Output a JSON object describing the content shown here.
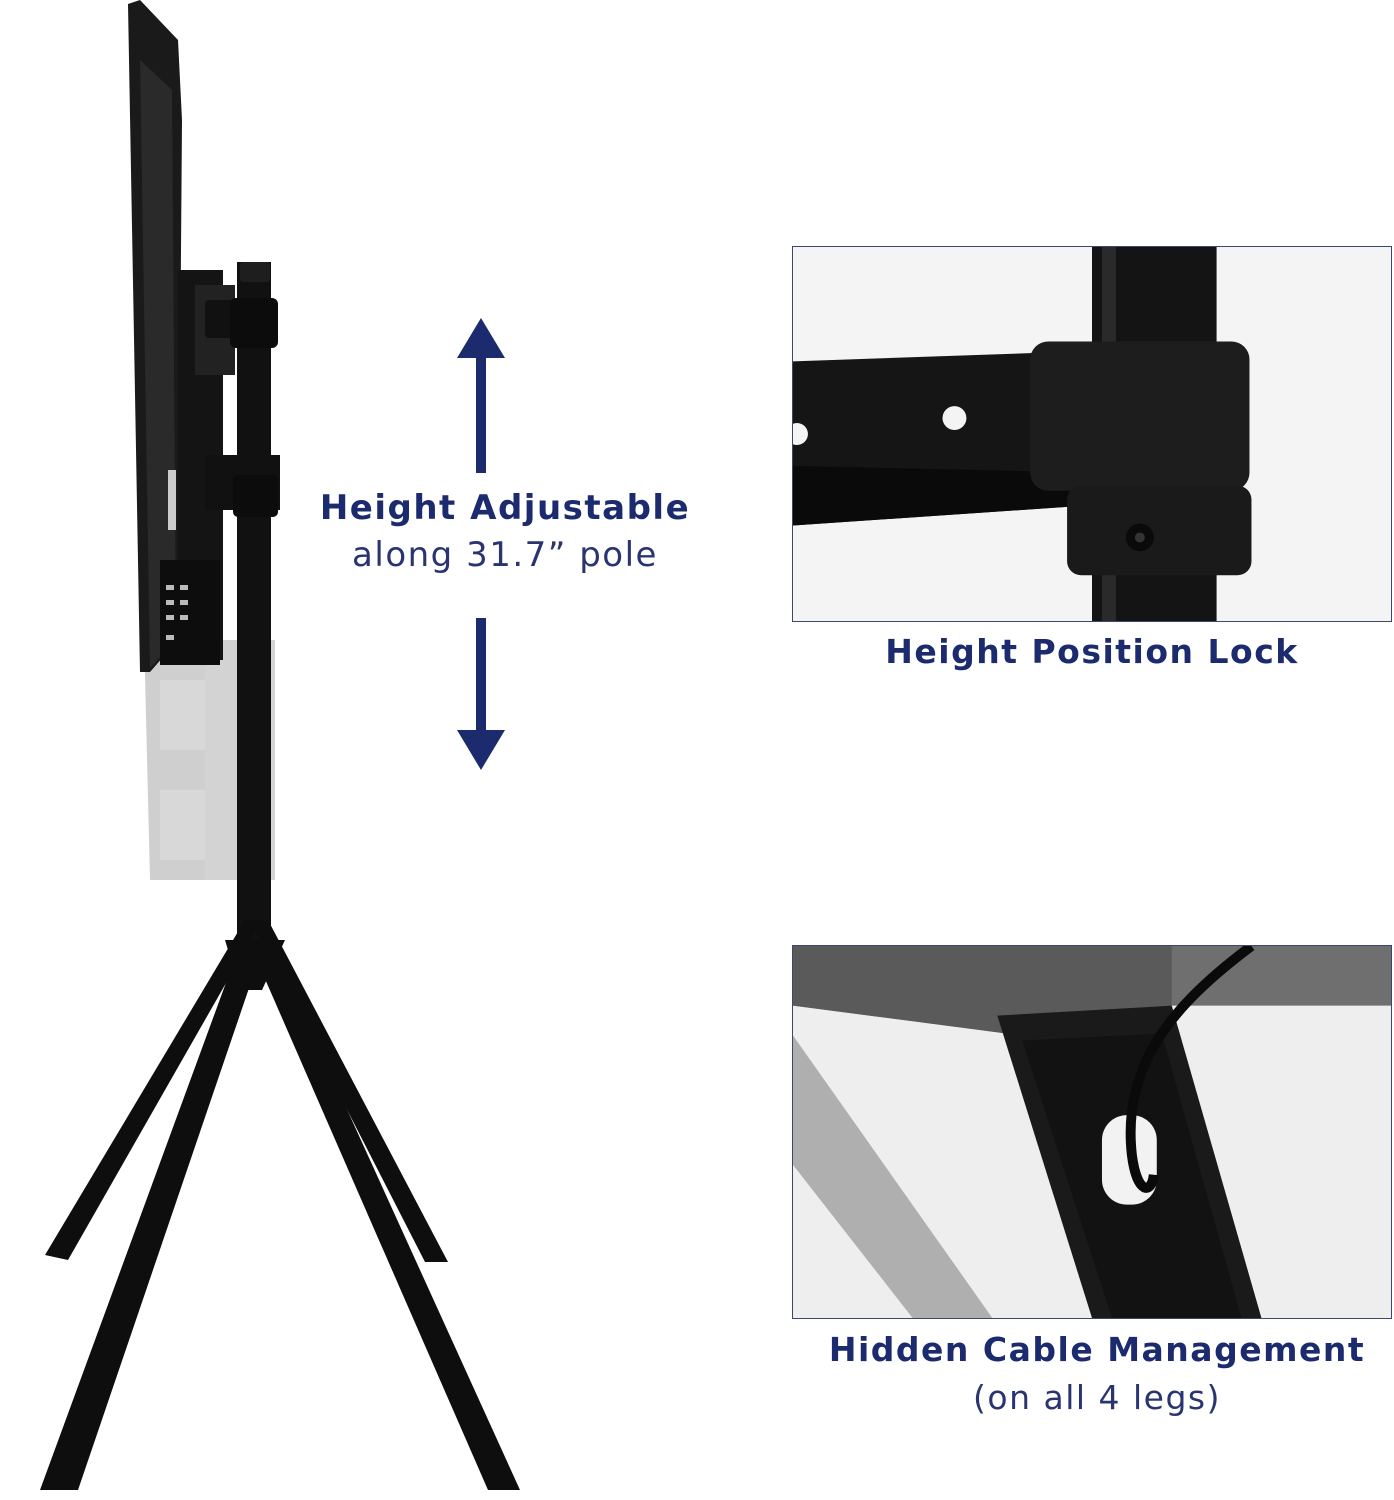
{
  "height_feature": {
    "title": "Height Adjustable",
    "subtitle": "along 31.7” pole",
    "arrow_up_icon": "arrow-up-icon",
    "arrow_down_icon": "arrow-down-icon"
  },
  "lock_feature": {
    "caption": "Height Position Lock"
  },
  "cable_feature": {
    "caption": "Hidden Cable Management",
    "subcaption": "(on all 4 legs)"
  },
  "colors": {
    "accent": "#1c2a6e",
    "frame_border": "#3d4670",
    "product": "#111111"
  }
}
